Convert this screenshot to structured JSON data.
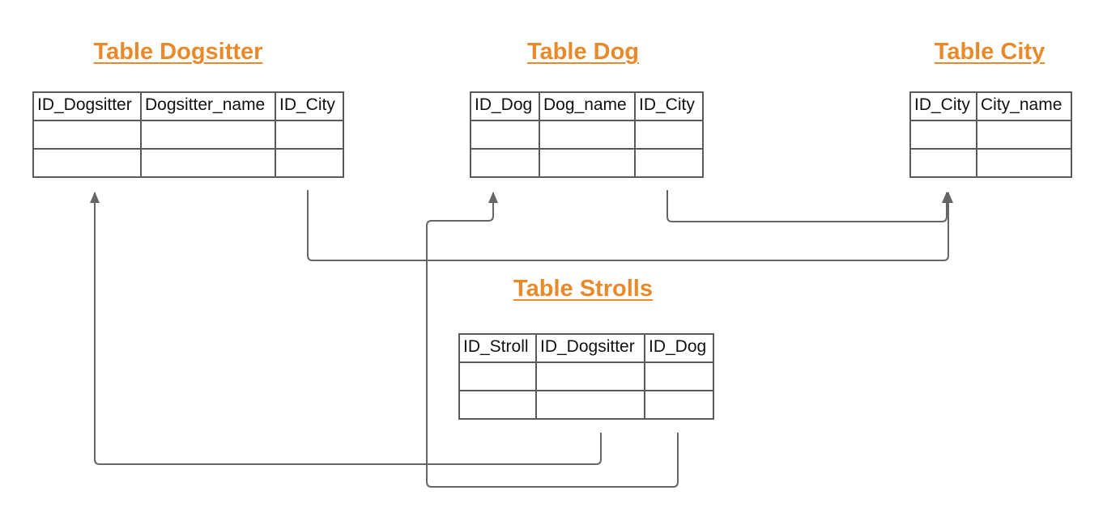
{
  "tables": {
    "dogsitter": {
      "title": "Table Dogsitter",
      "columns": [
        "ID_Dogsitter",
        "Dogsitter_name",
        "ID_City"
      ]
    },
    "dog": {
      "title": "Table Dog",
      "columns": [
        "ID_Dog",
        "Dog_name",
        "ID_City"
      ]
    },
    "city": {
      "title": "Table City",
      "columns": [
        "ID_City",
        "City_name"
      ]
    },
    "strolls": {
      "title": "Table Strolls",
      "columns": [
        "ID_Stroll",
        "ID_Dogsitter",
        "ID_Dog"
      ]
    }
  },
  "colors": {
    "title": "#e8892a",
    "border": "#5a5a5a",
    "connector": "#666666"
  }
}
